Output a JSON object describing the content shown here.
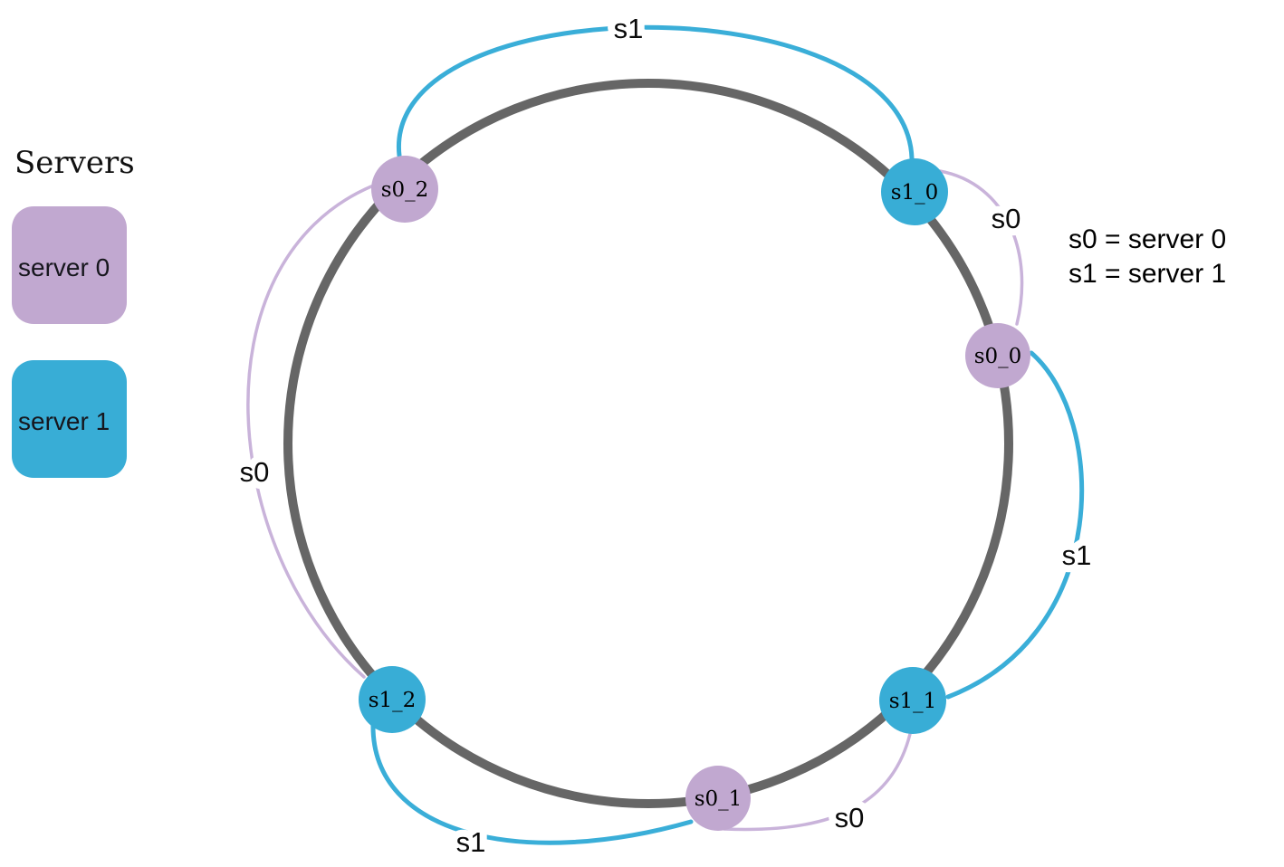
{
  "legend": {
    "title": "Servers",
    "items": [
      {
        "label": "server 0",
        "color": "#c1a8d0"
      },
      {
        "label": "server 1",
        "color": "#38add6"
      }
    ]
  },
  "annotation": {
    "lines": [
      "s0 = server 0",
      "s1 = server 1"
    ]
  },
  "colors": {
    "server0_node": "#c1a8d0",
    "server0_edge": "#c9b3da",
    "server1_node": "#38add6",
    "server1_edge": "#3aaed8",
    "ring": "#666666",
    "text": "#000000"
  },
  "nodes": [
    {
      "label": "s0_2",
      "server": "server 0"
    },
    {
      "label": "s1_0",
      "server": "server 1"
    },
    {
      "label": "s0_0",
      "server": "server 0"
    },
    {
      "label": "s1_1",
      "server": "server 1"
    },
    {
      "label": "s0_1",
      "server": "server 0"
    },
    {
      "label": "s1_2",
      "server": "server 1"
    }
  ],
  "edges": [
    {
      "label": "s1",
      "from": "s0_2",
      "to": "s1_0",
      "server": "server 1"
    },
    {
      "label": "s0",
      "from": "s1_0",
      "to": "s0_0",
      "server": "server 0"
    },
    {
      "label": "s1",
      "from": "s0_0",
      "to": "s1_1",
      "server": "server 1"
    },
    {
      "label": "s0",
      "from": "s1_1",
      "to": "s0_1",
      "server": "server 0"
    },
    {
      "label": "s1",
      "from": "s1_2",
      "to": "s0_1",
      "server": "server 1"
    },
    {
      "label": "s0",
      "from": "s0_2",
      "to": "s1_2",
      "server": "server 0"
    }
  ]
}
